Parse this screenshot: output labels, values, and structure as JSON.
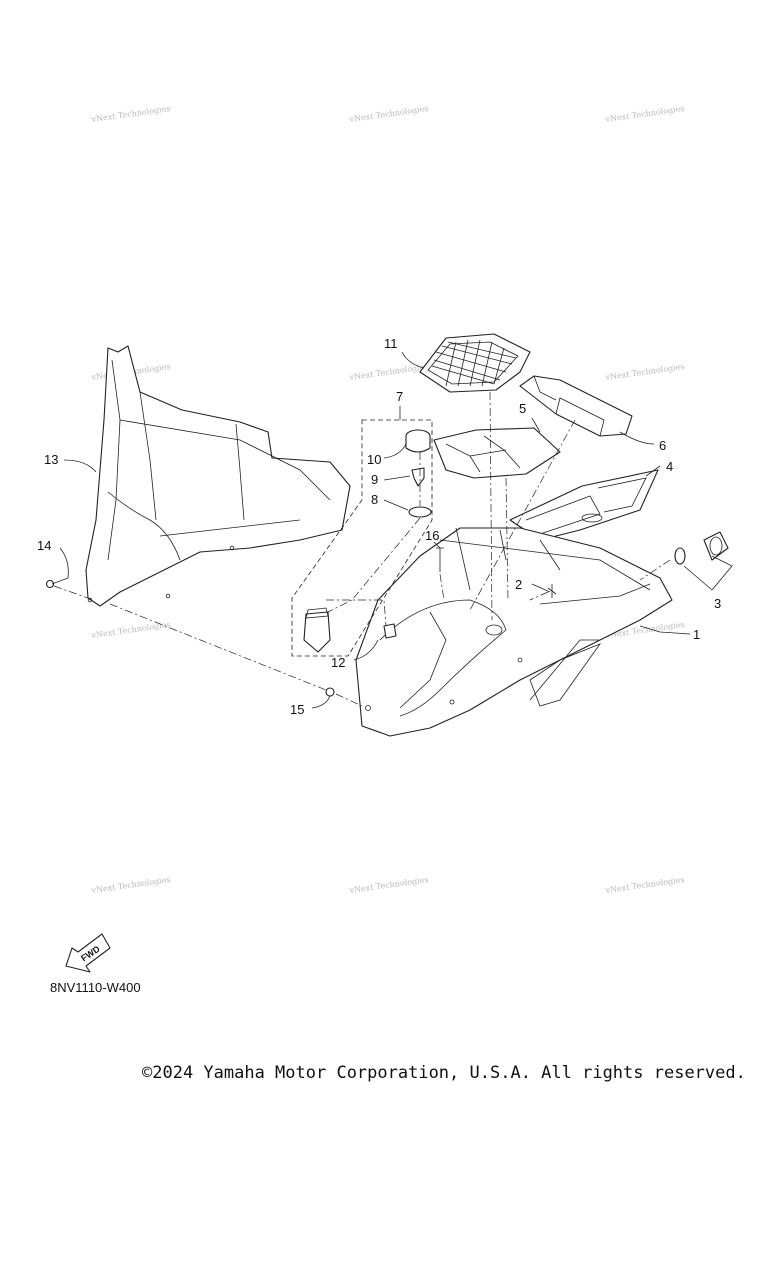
{
  "watermark": "vNext Technologies",
  "fwd_label": "FWD",
  "diagram_code": "8NV1110-W400",
  "copyright": "©2024 Yamaha Motor Corporation, U.S.A. All rights reserved.",
  "callouts": [
    "1",
    "2",
    "3",
    "4",
    "5",
    "6",
    "7",
    "8",
    "9",
    "10",
    "11",
    "12",
    "13",
    "14",
    "15",
    "16"
  ]
}
